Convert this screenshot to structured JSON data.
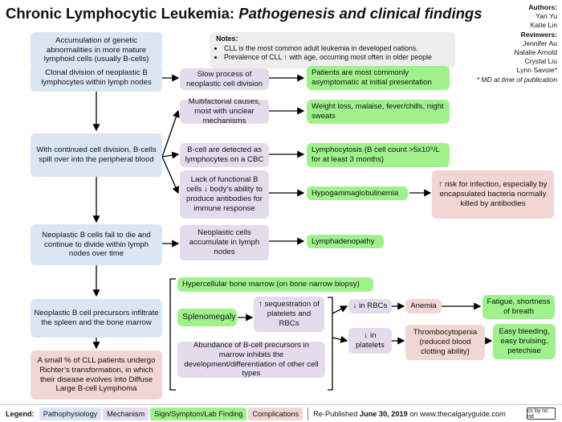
{
  "title": {
    "main": "Chronic Lymphocytic Leukemia:",
    "sub": "Pathogenesis and clinical findings"
  },
  "authors": {
    "authors_label": "Authors:",
    "authors": [
      "Yan Yu",
      "Katie Lin"
    ],
    "reviewers_label": "Reviewers:",
    "reviewers": [
      "Jennifer Au",
      "Natalie Arnold",
      "Crystal Liu",
      "Lynn Savoie*"
    ],
    "note": "* MD at time of publication"
  },
  "notes": {
    "label": "Notes:",
    "items": [
      "CLL is the most common adult leukemia in developed nations.",
      "Prevalence of CLL ↑ with age, occurring most often in older people"
    ]
  },
  "boxes": {
    "p1": "Accumulation of genetic abnormalities in more mature lymphoid cells (usually B-cells)",
    "p2": "Clonal division of neoplastic B lymphocytes within lymph nodes",
    "p3": "With continued cell division, B-cells spill over into the peripheral blood",
    "p4": "Neoplastic B cells fail to die and continue to divide within lymph nodes over time",
    "p5": "Neoplastic B cell precursors infiltrate the spleen and the bone marrow",
    "c1": "A small % of CLL patients undergo Richter’s transformation, in which their disease evolves into Diffuse Large B-cell Lymphoma",
    "m1": "Slow process of neoplastic cell division",
    "m2": "Multifactorial causes, most with unclear mechanisms",
    "m3": "B-cell are detected as lymphocytes on a CBC",
    "m4": "Lack of functional B cells ↓ body’s ability to produce antibodies for immune response",
    "m5": "Neoplastic cells accumulate in lymph nodes",
    "s1": "Patients are most commonly asymptomatic at initial presentation",
    "s2": "Weight loss, malaise, fever/chills, night sweats",
    "s3": "Lymphocytosis (B cell count >5x10⁹/L for at least 3 months)",
    "s4": "Hypogammaglobulinemia",
    "c2": "↑ risk for infection, especially by encapsulated bacteria normally killed by antibodies",
    "s5": "Lymphadenopathy",
    "s6": "Hypercellular bone marrow (on bone narrow biopsy)",
    "s7": "Splenomegaly",
    "m6": "↑ sequestration of platelets and RBCs",
    "m7": "Abundance of B-cell precursors in marrow inhibits the development/differentiation of other cell types",
    "m8": "↓ in RBCs",
    "m9": "↓ in platelets",
    "c3": "Anemia",
    "c4": "Thrombocytopenia (reduced blood clotting ability)",
    "s8": "Fatigue, shortness of breath",
    "s9": "Easy bleeding, easy bruising, petechiae"
  },
  "legend": {
    "label": "Legend:",
    "items": [
      {
        "label": "Pathophysiology",
        "color": "#dbe6f5"
      },
      {
        "label": "Mechanism",
        "color": "#e4dced"
      },
      {
        "label": "Sign/Symptom/Lab Finding",
        "color": "#9ff28b"
      },
      {
        "label": "Complications",
        "color": "#f1d6d3"
      }
    ]
  },
  "footer": {
    "prefix": "Re-Published",
    "date": "June 30, 2019",
    "middle": "on",
    "site": "www.thecalgaryguide.com"
  },
  "license": "cc by nc nd"
}
